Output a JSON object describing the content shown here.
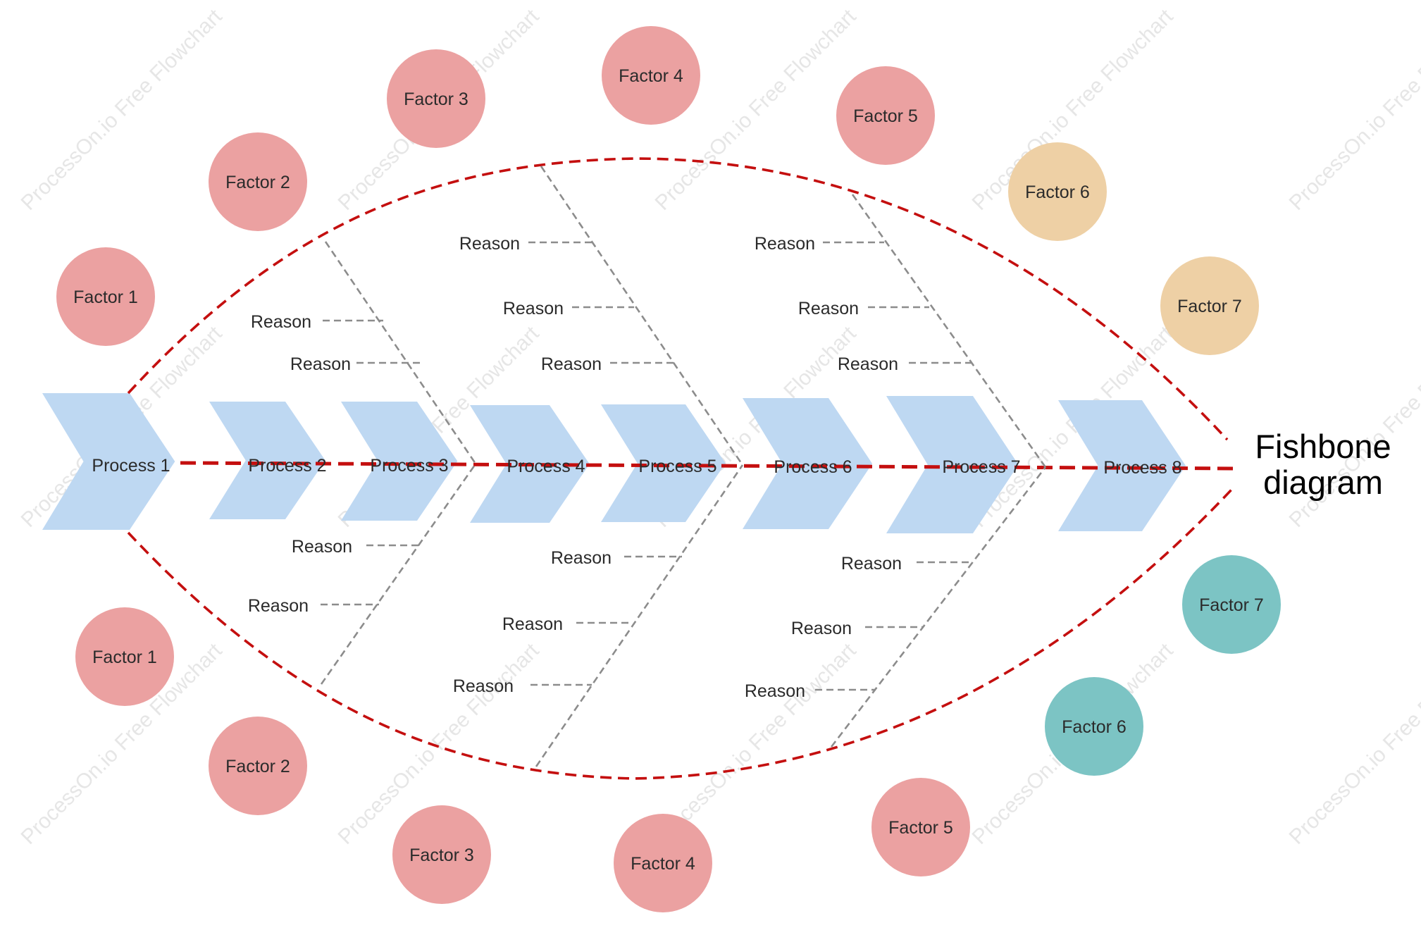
{
  "title_lines": [
    "Fishbone",
    "diagram"
  ],
  "watermark_text": "ProcessOn.io Free Flowchart",
  "colors": {
    "chevron": "#bed8f2",
    "factor_pink": "#eba1a1",
    "factor_tan": "#eed0a5",
    "factor_teal": "#7cc4c4",
    "spine": "#c40f0f",
    "bone": "#8c8c8c"
  },
  "processes": [
    "Process 1",
    "Process 2",
    "Process 3",
    "Process 4",
    "Process 5",
    "Process 6",
    "Process 7",
    "Process 8"
  ],
  "top_factors": [
    {
      "label": "Factor 1",
      "color": "pink"
    },
    {
      "label": "Factor 2",
      "color": "pink"
    },
    {
      "label": "Factor 3",
      "color": "pink"
    },
    {
      "label": "Factor 4",
      "color": "pink"
    },
    {
      "label": "Factor 5",
      "color": "pink"
    },
    {
      "label": "Factor 6",
      "color": "tan"
    },
    {
      "label": "Factor 7",
      "color": "tan"
    }
  ],
  "bottom_factors": [
    {
      "label": "Factor 1",
      "color": "pink"
    },
    {
      "label": "Factor 2",
      "color": "pink"
    },
    {
      "label": "Factor 3",
      "color": "pink"
    },
    {
      "label": "Factor 4",
      "color": "pink"
    },
    {
      "label": "Factor 5",
      "color": "pink"
    },
    {
      "label": "Factor 6",
      "color": "teal"
    },
    {
      "label": "Factor 7",
      "color": "teal"
    }
  ],
  "bones": [
    {
      "position": "upper",
      "reasons": [
        "Reason",
        "Reason"
      ]
    },
    {
      "position": "upper",
      "reasons": [
        "Reason",
        "Reason",
        "Reason"
      ]
    },
    {
      "position": "upper",
      "reasons": [
        "Reason",
        "Reason",
        "Reason"
      ]
    },
    {
      "position": "lower",
      "reasons": [
        "Reason",
        "Reason"
      ]
    },
    {
      "position": "lower",
      "reasons": [
        "Reason",
        "Reason",
        "Reason"
      ]
    },
    {
      "position": "lower",
      "reasons": [
        "Reason",
        "Reason",
        "Reason"
      ]
    }
  ]
}
